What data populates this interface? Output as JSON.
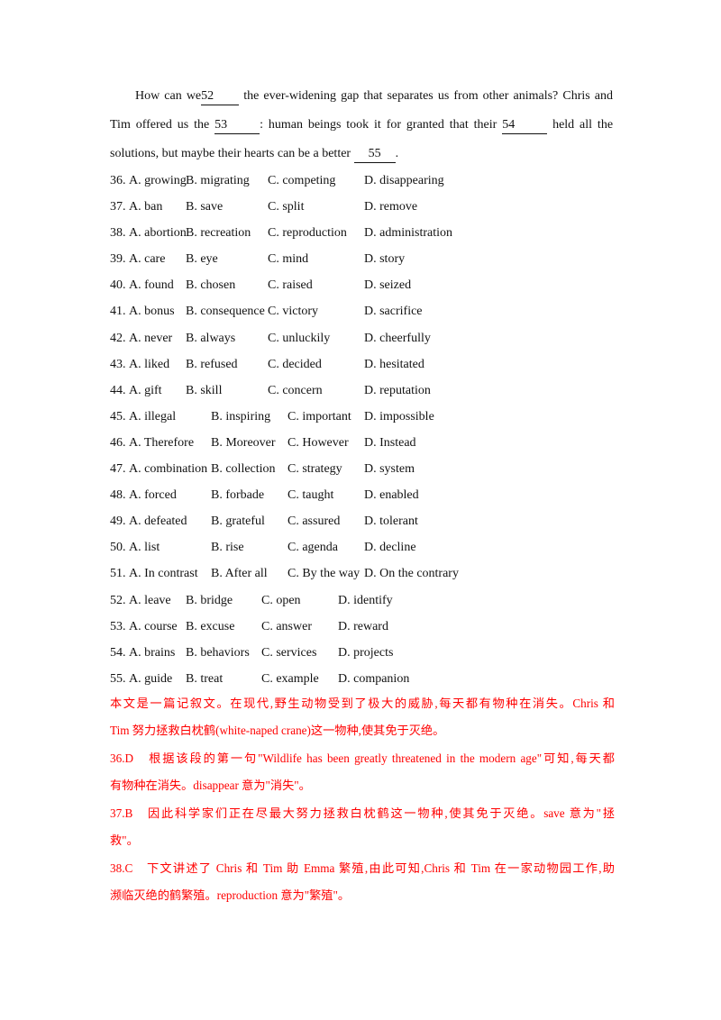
{
  "passage": {
    "l1_a": "How can we",
    "b52": "52",
    "l1_b": "the ever-widening gap that separates us from other animals? Chris and",
    "l2_a": "Tim offered us the",
    "b53": "53",
    "l2_b": ": human beings took it for granted that their",
    "b54": "54",
    "l2_c": "held all the",
    "l3_a": "solutions, but maybe their hearts can be a better",
    "b55": "55",
    "l3_b": "."
  },
  "questions": [
    {
      "num": "36.",
      "a": "A. growing",
      "b": "B. migrating",
      "c": "C. competing",
      "d": "D. disappearing"
    },
    {
      "num": "37.",
      "a": "A. ban",
      "b": "B. save",
      "c": "C. split",
      "d": "D. remove"
    },
    {
      "num": "38.",
      "a": "A. abortion",
      "b": "B. recreation",
      "c": "C. reproduction",
      "d": "D. administration"
    },
    {
      "num": "39.",
      "a": "A. care",
      "b": "B. eye",
      "c": "C. mind",
      "d": "D. story"
    },
    {
      "num": "40.",
      "a": "A. found",
      "b": "B. chosen",
      "c": "C. raised",
      "d": "D. seized"
    },
    {
      "num": "41.",
      "a": "A. bonus",
      "b": "B. consequence",
      "c": "C. victory",
      "d": "D. sacrifice"
    },
    {
      "num": "42.",
      "a": "A. never",
      "b": "B. always",
      "c": "C. unluckily",
      "d": "D. cheerfully"
    },
    {
      "num": "43.",
      "a": "A. liked",
      "b": "B. refused",
      "c": "C. decided",
      "d": "D. hesitated"
    },
    {
      "num": "44.",
      "a": "A. gift",
      "b": "B. skill",
      "c": "C. concern",
      "d": "D. reputation"
    },
    {
      "num": "45.",
      "a": "A. illegal",
      "b": "B. inspiring",
      "c": "C. important",
      "d": "D. impossible"
    },
    {
      "num": "46.",
      "a": "A. Therefore",
      "b": "B. Moreover",
      "c": "C. However",
      "d": "D. Instead"
    },
    {
      "num": "47.",
      "a": "A. combination",
      "b": "B. collection",
      "c": "C. strategy",
      "d": "D. system"
    },
    {
      "num": "48.",
      "a": "A. forced",
      "b": "B. forbade",
      "c": "C. taught",
      "d": "D. enabled"
    },
    {
      "num": "49.",
      "a": "A. defeated",
      "b": "B. grateful",
      "c": "C. assured",
      "d": "D. tolerant"
    },
    {
      "num": "50.",
      "a": "A. list",
      "b": "B. rise",
      "c": "C. agenda",
      "d": "D. decline"
    },
    {
      "num": "51.",
      "a": "A. In contrast",
      "b": "B. After all",
      "c": "C. By the way",
      "d": "D. On the contrary"
    },
    {
      "num": "52.",
      "a": "A. leave",
      "b": "B. bridge",
      "c": "C. open",
      "d": "D. identify"
    },
    {
      "num": "53.",
      "a": "A. course",
      "b": "B. excuse",
      "c": "C. answer",
      "d": "D. reward"
    },
    {
      "num": "54.",
      "a": "A. brains",
      "b": "B. behaviors",
      "c": "C. services",
      "d": "D. projects"
    },
    {
      "num": "55.",
      "a": "A. guide",
      "b": "B. treat",
      "c": "C. example",
      "d": "D. companion"
    }
  ],
  "explanation": {
    "intro_1": "本文是一篇记叙文。在现代,野生动物受到了极大的威胁,每天都有物种在消失。Chris 和",
    "intro_2": "Tim 努力拯救白枕鹤(white-naped crane)这一物种,使其免于灭绝。",
    "e36_1": "36.D　根据该段的第一句\"Wildlife has been greatly threatened in the modern age\"可知,每天都",
    "e36_2": "有物种在消失。disappear 意为\"消失\"。",
    "e37_1": "37.B　因此科学家们正在尽最大努力拯救白枕鹤这一物种,使其免于灭绝。save 意为\"拯",
    "e37_2": "救\"。",
    "e38_1": "38.C　下文讲述了 Chris 和 Tim 助 Emma 繁殖,由此可知,Chris 和 Tim 在一家动物园工作,助",
    "e38_2": "濒临灭绝的鹤繁殖。reproduction 意为\"繁殖\"。"
  }
}
